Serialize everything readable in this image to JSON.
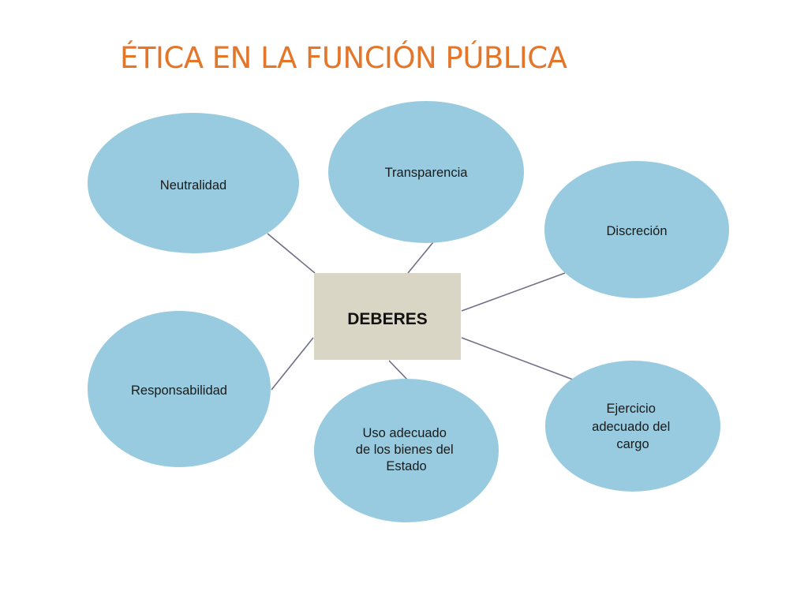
{
  "title": "ÉTICA EN LA FUNCIÓN PÚBLICA",
  "center": {
    "label": "DEBERES"
  },
  "nodes": [
    {
      "id": "neutralidad",
      "lines": [
        "Neutralidad"
      ]
    },
    {
      "id": "transparencia",
      "lines": [
        "Transparencia"
      ]
    },
    {
      "id": "discrecion",
      "lines": [
        "Discreción"
      ]
    },
    {
      "id": "responsabilidad",
      "lines": [
        "Responsabilidad"
      ]
    },
    {
      "id": "uso-bienes",
      "lines": [
        "Uso adecuado",
        "de los bienes del",
        "Estado"
      ]
    },
    {
      "id": "ejercicio-cargo",
      "lines": [
        "Ejercicio",
        "adecuado del",
        "cargo"
      ]
    }
  ],
  "colors": {
    "title": "#e4762a",
    "node_fill": "#98cbdf",
    "center_fill": "#d9d6c5",
    "connector": "#6f6f86"
  }
}
